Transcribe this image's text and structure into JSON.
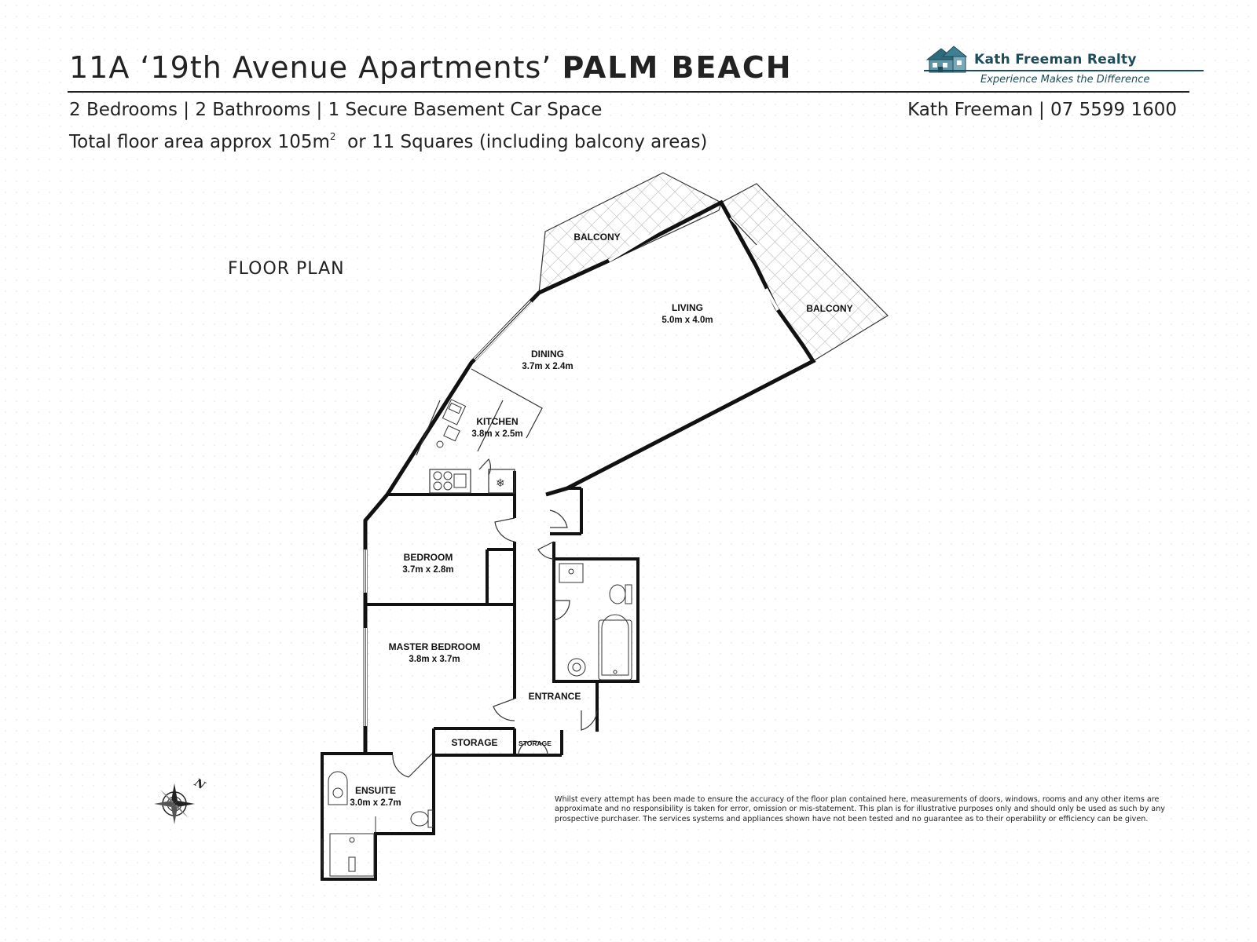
{
  "header": {
    "title_main": "11A ‘19th Avenue Apartments’",
    "title_bold": "PALM BEACH",
    "features": "2 Bedrooms | 2 Bathrooms | 1 Secure Basement Car Space",
    "area_text": "Total floor area approx 105m",
    "area_sup": "2",
    "area_tail": "or 11 Squares (including balcony areas)",
    "contact": "Kath Freeman | 07 5599 1600"
  },
  "logo": {
    "name": "Kath Freeman Realty",
    "tagline": "Experience Makes the Difference",
    "icon": "house-icon",
    "color": "#1d4b58"
  },
  "plan_label": "FLOOR PLAN",
  "rooms": {
    "balcony_1": "BALCONY",
    "balcony_2": "BALCONY",
    "living": "LIVING",
    "living_dim": "5.0m x 4.0m",
    "dining": "DINING",
    "dining_dim": "3.7m x 2.4m",
    "kitchen": "KITCHEN",
    "kitchen_dim": "3.8m x 2.5m",
    "bedroom": "BEDROOM",
    "bedroom_dim": "3.7m x 2.8m",
    "master": "MASTER BEDROOM",
    "master_dim": "3.8m x 3.7m",
    "entrance": "ENTRANCE",
    "storage": "STORAGE",
    "storage_small": "STORAGE",
    "ensuite": "ENSUITE",
    "ensuite_dim": "3.0m x 2.7m"
  },
  "compass": {
    "label": "N",
    "icon": "compass-icon"
  },
  "disclaimer": "Whilst every attempt has been made to ensure the accuracy of the floor plan contained here, measurements of doors, windows, rooms and any other items are approximate and no responsibility is taken for error, omission or mis-statement. This plan is for illustrative purposes only and should only be used as such by any prospective purchaser. The services systems and appliances shown have not been tested and no guarantee as to their operability or efficiency can be given."
}
